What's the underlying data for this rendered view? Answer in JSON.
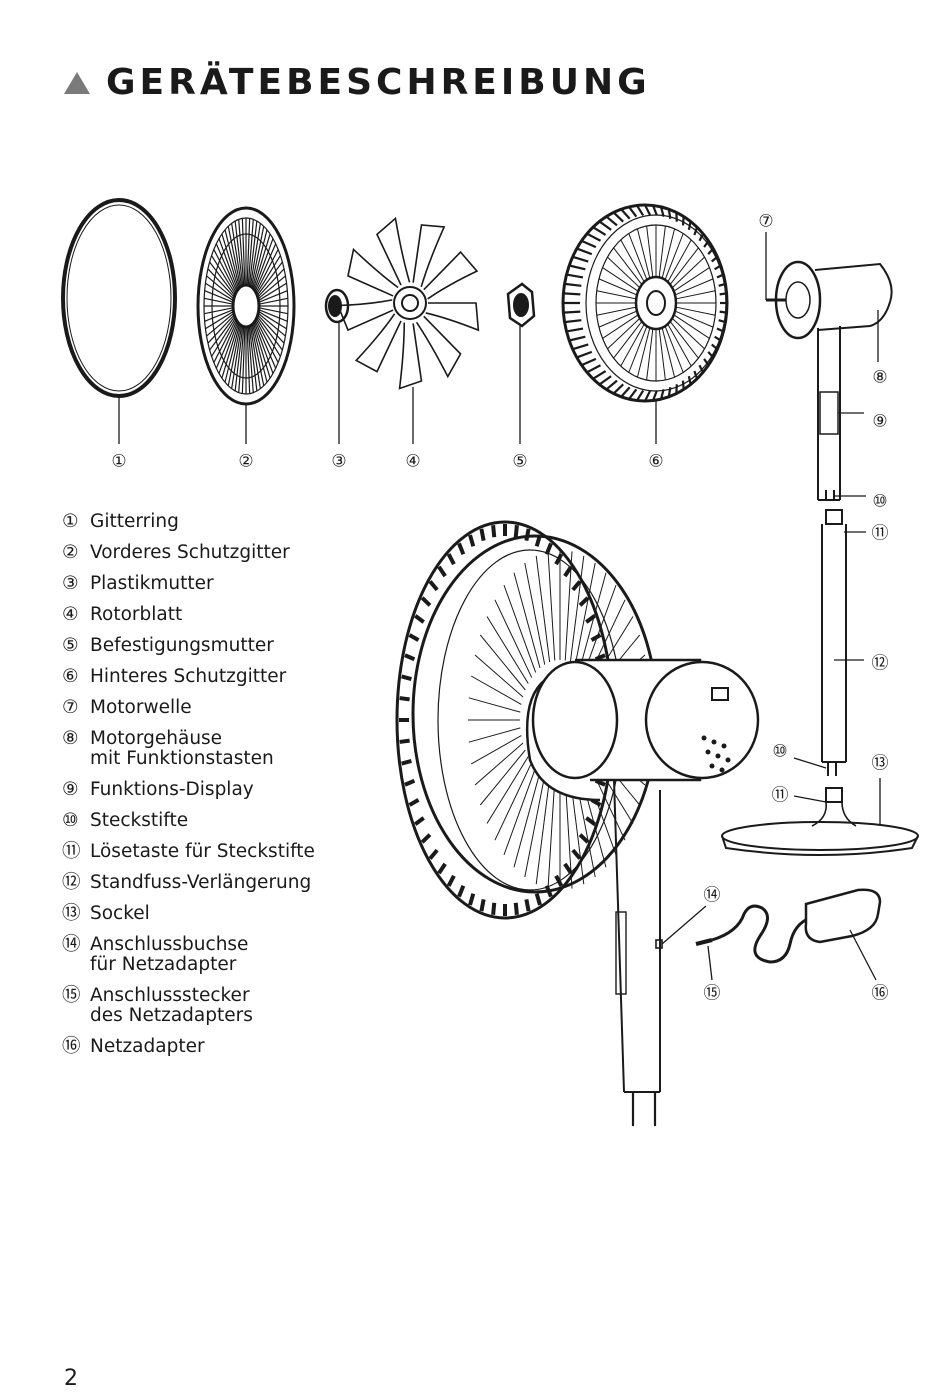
{
  "title": "GERÄTEBESCHREIBUNG",
  "markers": {
    "m1": "①",
    "m2": "②",
    "m3": "③",
    "m4": "④",
    "m5": "⑤",
    "m6": "⑥",
    "m7": "⑦",
    "m8": "⑧",
    "m9": "⑨",
    "m10a": "⑩",
    "m11a": "⑪",
    "m12": "⑫",
    "m10b": "⑩",
    "m11b": "⑪",
    "m13": "⑬",
    "m14": "⑭",
    "m15": "⑮",
    "m16": "⑯"
  },
  "legend": [
    {
      "marker": "①",
      "line1": "Gitterring",
      "line2": ""
    },
    {
      "marker": "②",
      "line1": "Vorderes Schutzgitter",
      "line2": ""
    },
    {
      "marker": "③",
      "line1": "Plastikmutter",
      "line2": ""
    },
    {
      "marker": "④",
      "line1": "Rotorblatt",
      "line2": ""
    },
    {
      "marker": "⑤",
      "line1": "Befestigungsmutter",
      "line2": ""
    },
    {
      "marker": "⑥",
      "line1": "Hinteres Schutzgitter",
      "line2": ""
    },
    {
      "marker": "⑦",
      "line1": "Motorwelle",
      "line2": ""
    },
    {
      "marker": "⑧",
      "line1": "Motorgehäuse",
      "line2": "mit Funktionstasten"
    },
    {
      "marker": "⑨",
      "line1": "Funktions-Display",
      "line2": ""
    },
    {
      "marker": "⑩",
      "line1": "Steckstifte",
      "line2": ""
    },
    {
      "marker": "⑪",
      "line1": "Lösetaste für Steckstifte",
      "line2": ""
    },
    {
      "marker": "⑫",
      "line1": "Standfuss-Verlängerung",
      "line2": ""
    },
    {
      "marker": "⑬",
      "line1": "Sockel",
      "line2": ""
    },
    {
      "marker": "⑭",
      "line1": "Anschlussbuchse",
      "line2": "für Netzadapter"
    },
    {
      "marker": "⑮",
      "line1": "Anschlussstecker",
      "line2": "des Netzadapters"
    },
    {
      "marker": "⑯",
      "line1": "Netzadapter",
      "line2": ""
    }
  ],
  "page_number": "2"
}
